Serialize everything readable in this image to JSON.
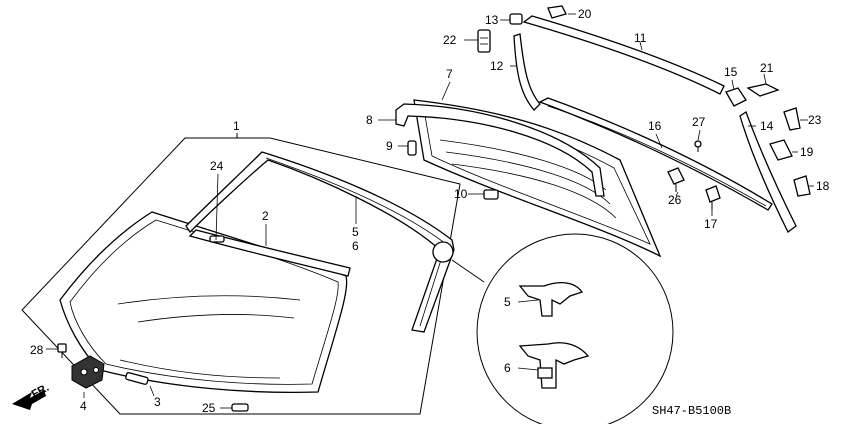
{
  "callouts": {
    "c1": "1",
    "c2": "2",
    "c3": "3",
    "c4": "4",
    "c5": "5",
    "c6": "6",
    "c7": "7",
    "c8": "8",
    "c9": "9",
    "c10": "10",
    "c11": "11",
    "c12": "12",
    "c13": "13",
    "c14": "14",
    "c15": "15",
    "c16": "16",
    "c17": "17",
    "c18": "18",
    "c19": "19",
    "c20": "20",
    "c21": "21",
    "c22": "22",
    "c23": "23",
    "c24": "24",
    "c25": "25",
    "c26": "26",
    "c27": "27",
    "c28": "28",
    "stack_5": "5",
    "stack_6": "6",
    "detail_5": "5",
    "detail_6": "6"
  },
  "direction_label": "FR.",
  "diagram_code": "SH47-B5100B"
}
